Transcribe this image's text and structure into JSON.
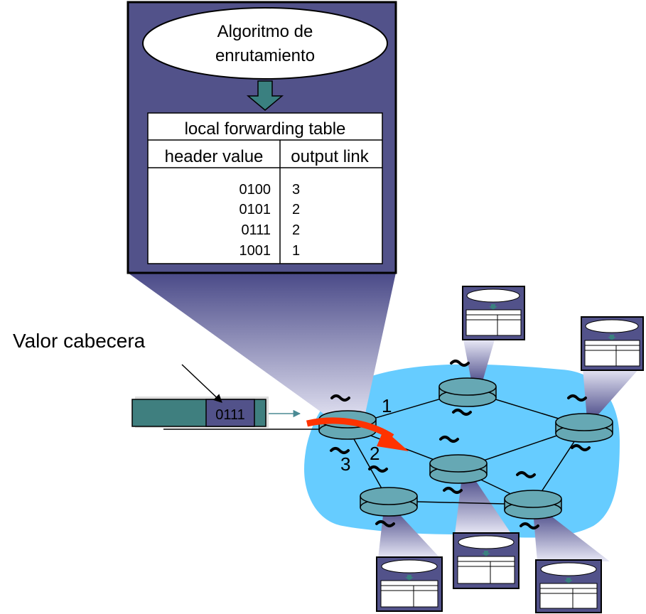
{
  "router_box": {
    "algorithm_label_line1": "Algoritmo de",
    "algorithm_label_line2": "enrutamiento",
    "table": {
      "title": "local forwarding table",
      "columns": [
        "header value",
        "output link"
      ],
      "rows": [
        {
          "header": "0100",
          "link": "3"
        },
        {
          "header": "0101",
          "link": "2"
        },
        {
          "header": "0111",
          "link": "2"
        },
        {
          "header": "1001",
          "link": "1"
        }
      ]
    }
  },
  "packet": {
    "header_label": "Valor cabecera",
    "header_value": "0111"
  },
  "link_numbers": [
    "1",
    "2",
    "3"
  ],
  "colors": {
    "box_fill": "#52528a",
    "network_fill": "#66ccff",
    "router_fill": "#66a8b4",
    "packet_fill": "#3f7f7f",
    "path_arrow": "#ff3300",
    "down_arrow": "#3a8080"
  }
}
